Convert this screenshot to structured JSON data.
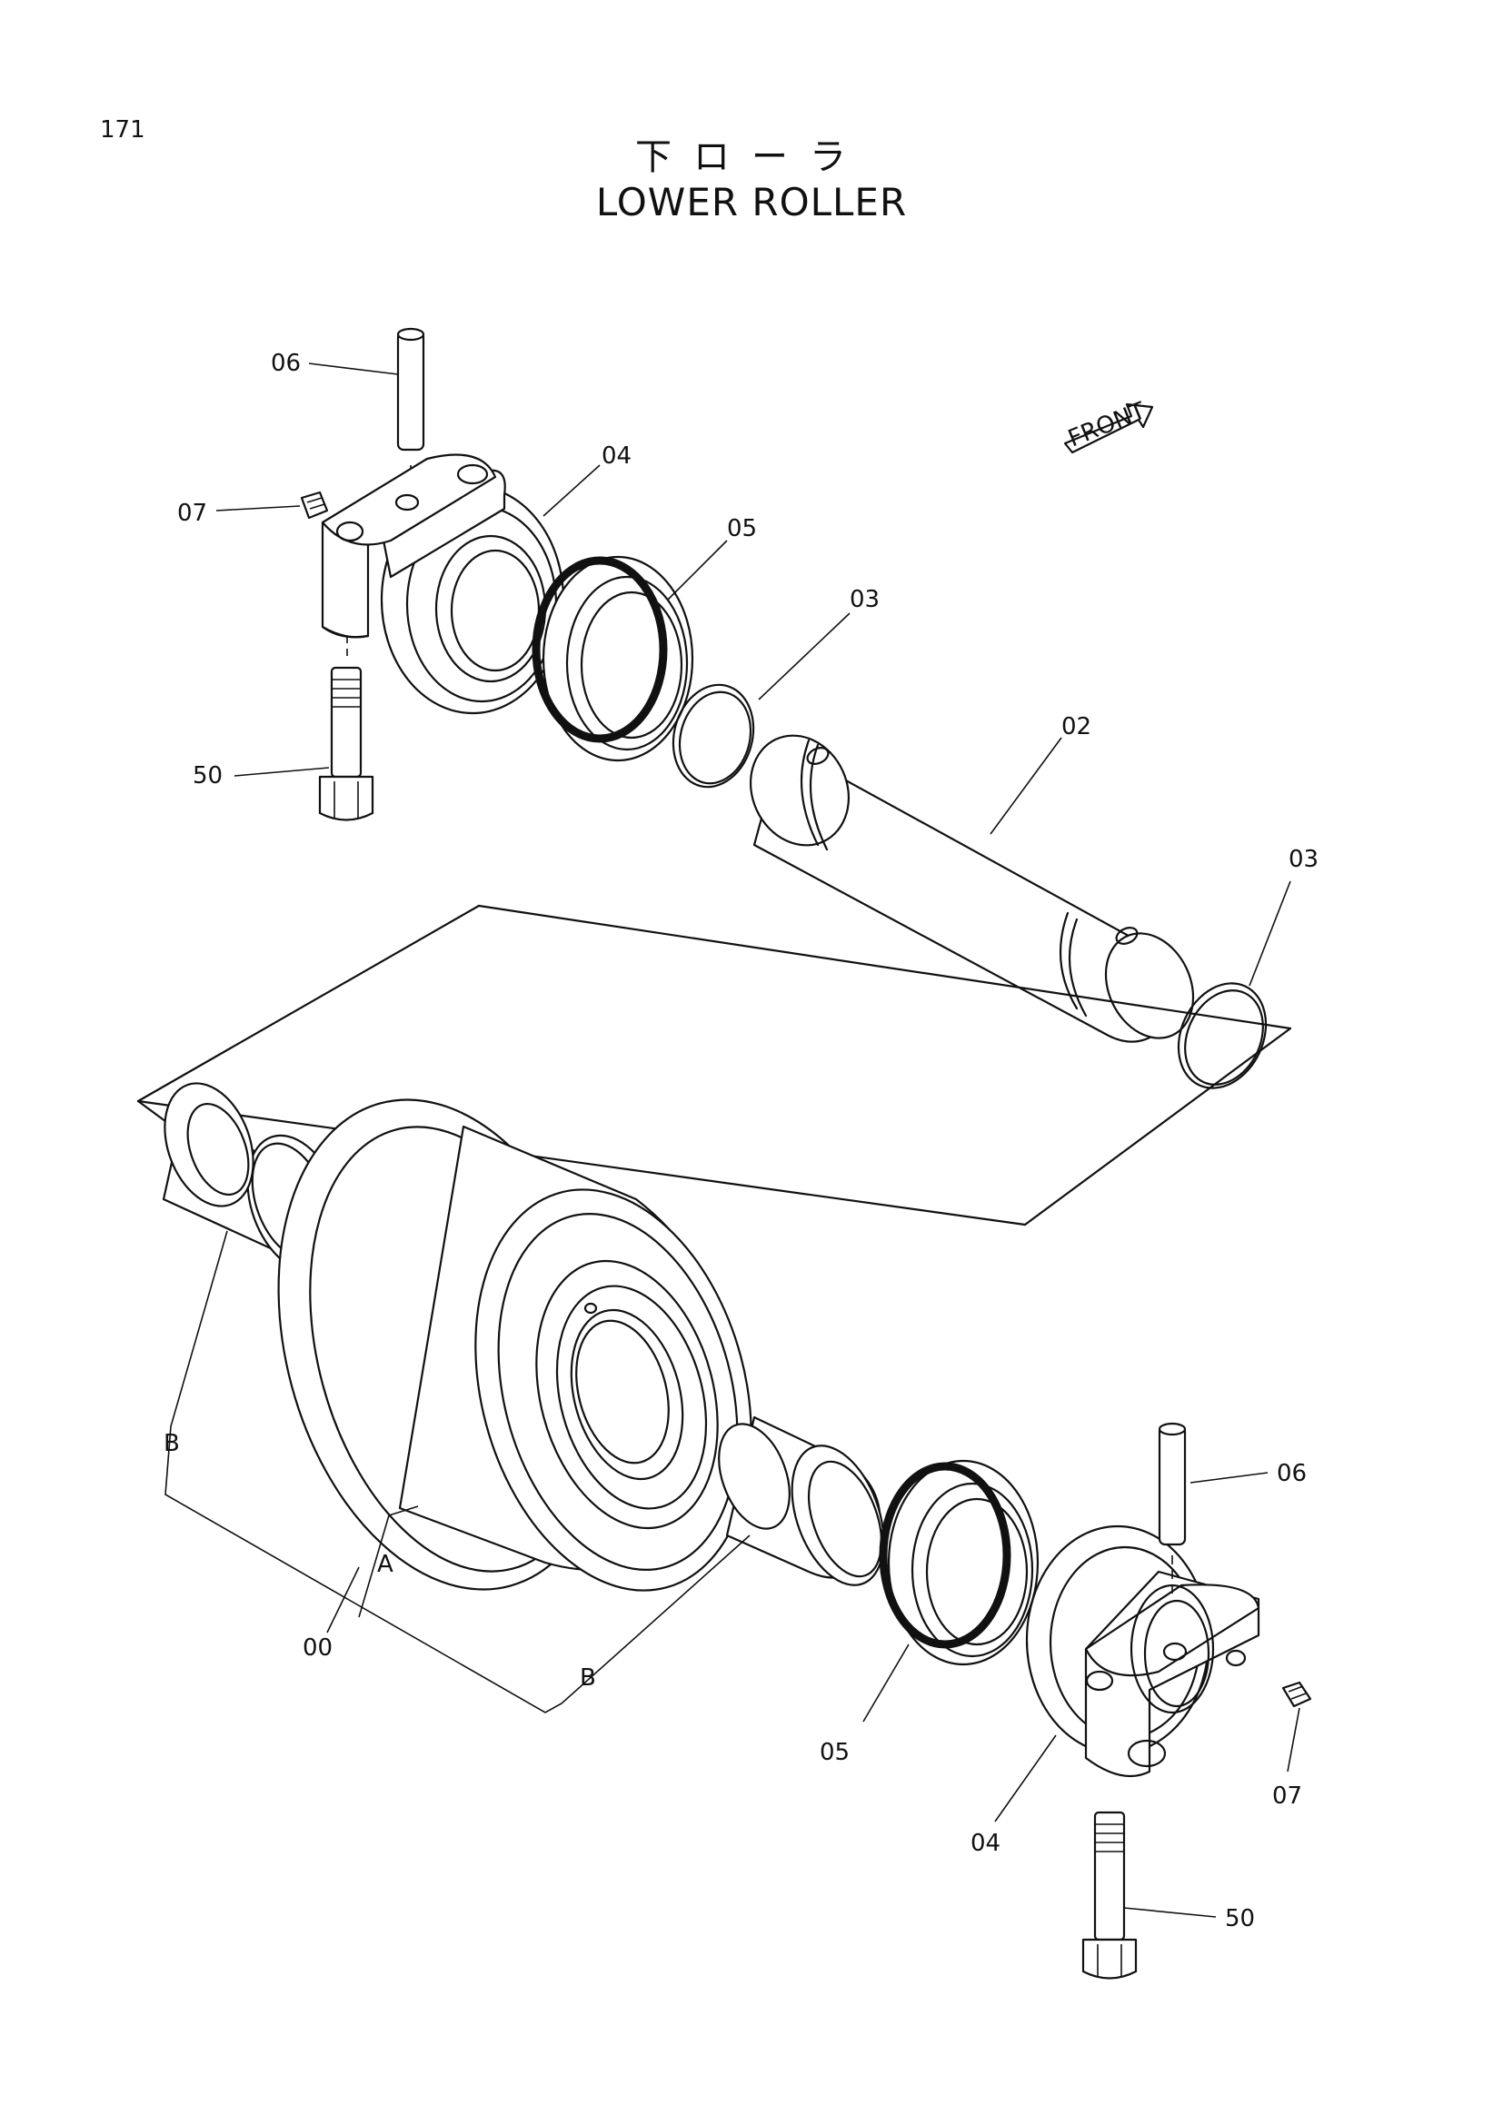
{
  "header": {
    "page_number": "171",
    "title_jp": "下ローラ",
    "title_en": "LOWER ROLLER"
  },
  "front_marker": "FRONT",
  "callouts": {
    "c06_top": "06",
    "c07_top": "07",
    "c04_top": "04",
    "c05_top": "05",
    "c03_top": "03",
    "c02": "02",
    "c03_right": "03",
    "c50_top": "50",
    "cB_left": "B",
    "cA": "A",
    "c00": "00",
    "cB_bottom": "B",
    "c06_bottom": "06",
    "c05_bottom": "05",
    "c07_bottom": "07",
    "c04_bottom": "04",
    "c50_bottom": "50"
  }
}
